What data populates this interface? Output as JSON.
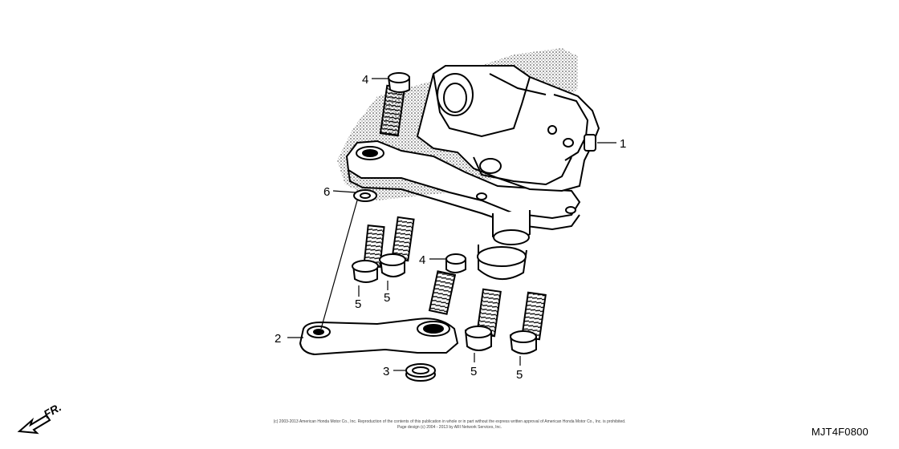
{
  "callouts": {
    "c1": "1",
    "c2": "2",
    "c3": "3",
    "c4a": "4",
    "c4b": "4",
    "c5a": "5",
    "c5b": "5",
    "c5c": "5",
    "c5d": "5",
    "c6": "6"
  },
  "front_indicator": "FR.",
  "copyright_line1": "(c) 2003-2013 American Honda Motor Co., Inc. Reproduction of the contents of this publication in whole or in part without the express written approval of American Honda Motor Co., Inc. is prohibited.",
  "copyright_line2": "Page design (c) 2004 - 2013 by ARI Network Services, Inc.",
  "diagram_code": "MJT4F0800"
}
